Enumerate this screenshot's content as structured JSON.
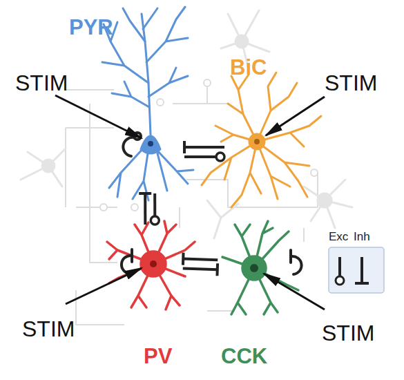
{
  "diagram": {
    "nodes": [
      {
        "text": [
          "PYR"
        ]
      },
      {
        "text": [
          "BiC"
        ]
      },
      {
        "text": [
          "PV"
        ]
      },
      {
        "text": [
          "CCK"
        ]
      }
    ],
    "edges": [
      {
        "from": 1,
        "to": 0,
        "arrow": "to"
      },
      {
        "from": 0,
        "to": 1,
        "arrow": "to"
      },
      {
        "from": 2,
        "to": 0,
        "arrow": "to"
      },
      {
        "from": 0,
        "to": 2,
        "arrow": "to"
      },
      {
        "from": 3,
        "to": 2,
        "arrow": "to"
      },
      {
        "from": 2,
        "to": 3,
        "arrow": "to"
      }
    ],
    "labels": [
      "STIM",
      "STIM",
      "STIM",
      "STIM"
    ],
    "legend": [
      {
        "text": "Exc"
      },
      {
        "text": "Inh"
      }
    ]
  }
}
